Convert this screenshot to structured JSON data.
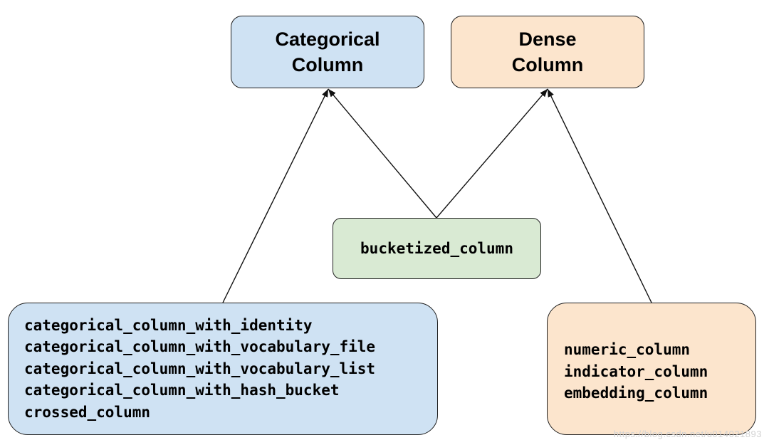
{
  "nodes": {
    "categorical": {
      "title_lines": [
        "Categorical",
        "Column"
      ],
      "color": "#cfe2f3"
    },
    "dense": {
      "title_lines": [
        "Dense",
        "Column"
      ],
      "color": "#fce5cd"
    },
    "bucketized": {
      "label": "bucketized_column",
      "color": "#d9ead3"
    },
    "categorical_list": {
      "items": [
        "categorical_column_with_identity",
        "categorical_column_with_vocabulary_file",
        "categorical_column_with_vocabulary_list",
        "categorical_column_with_hash_bucket",
        "crossed_column"
      ],
      "color": "#cfe2f3"
    },
    "dense_list": {
      "items": [
        "numeric_column",
        "indicator_column",
        "embedding_column"
      ],
      "color": "#fce5cd"
    }
  },
  "edges": [
    {
      "from": "categorical_list",
      "to": "categorical"
    },
    {
      "from": "bucketized",
      "to": "categorical"
    },
    {
      "from": "bucketized",
      "to": "dense"
    },
    {
      "from": "dense_list",
      "to": "dense"
    }
  ],
  "watermark": "https://blog.csdn.net/u014021893"
}
